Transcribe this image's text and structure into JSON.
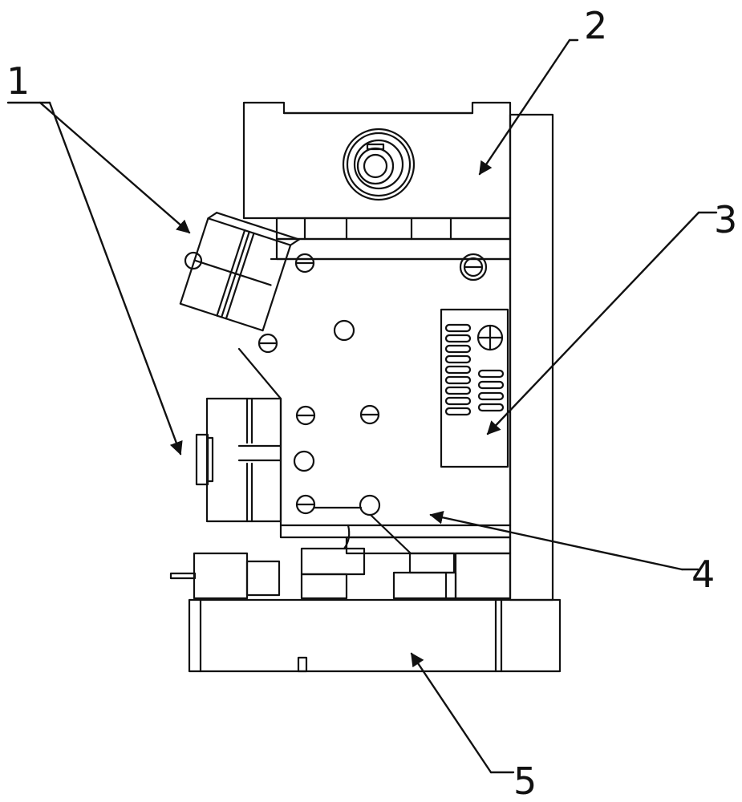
{
  "callouts": [
    {
      "id": "1",
      "label": "1"
    },
    {
      "id": "2",
      "label": "2"
    },
    {
      "id": "3",
      "label": "3"
    },
    {
      "id": "4",
      "label": "4"
    },
    {
      "id": "5",
      "label": "5"
    }
  ],
  "colors": {
    "line": "#111111",
    "background": "#ffffff"
  }
}
